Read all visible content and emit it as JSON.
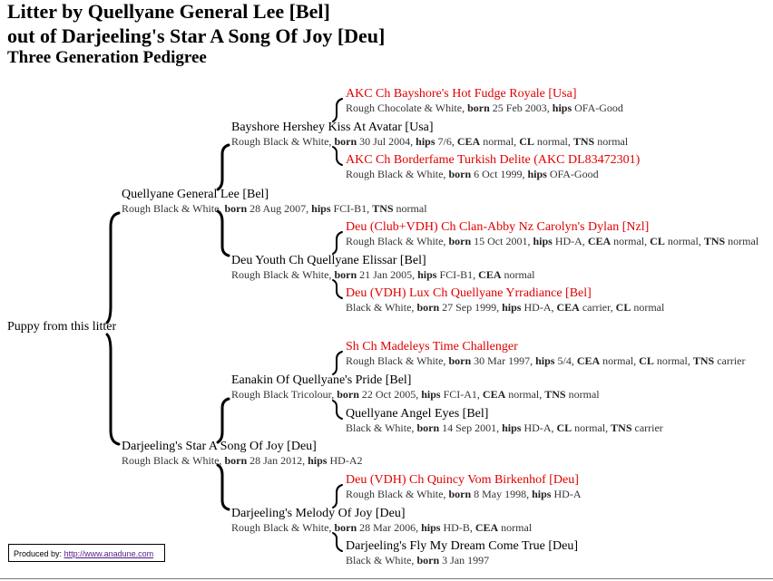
{
  "header": {
    "title_line1": "Litter by Quellyane General Lee [Bel]",
    "title_line2": "out of Darjeeling's Star A Song Of Joy [Deu]",
    "subtitle": "Three Generation Pedigree"
  },
  "puppy": "Puppy from this litter",
  "dogs": [
    {
      "name": "AKC Ch Bayshore's Hot Fudge Royale [Usa]",
      "red": true,
      "details": [
        [
          "",
          "Rough Chocolate & White, "
        ],
        [
          "born",
          " 25 Feb 2003, "
        ],
        [
          "hips",
          " OFA-Good"
        ]
      ]
    },
    {
      "name": "Bayshore Hershey Kiss At Avatar [Usa]",
      "red": false,
      "details": [
        [
          "",
          "Rough Black & White, "
        ],
        [
          "born",
          " 30 Jul 2004, "
        ],
        [
          "hips",
          " 7/6, "
        ],
        [
          "CEA",
          " normal, "
        ],
        [
          "CL",
          " normal, "
        ],
        [
          "TNS",
          " normal"
        ]
      ]
    },
    {
      "name": "AKC Ch Borderfame Turkish Delite (AKC DL83472301)",
      "red": true,
      "details": [
        [
          "",
          "Rough Black & White, "
        ],
        [
          "born",
          " 6 Oct 1999, "
        ],
        [
          "hips",
          " OFA-Good"
        ]
      ]
    },
    {
      "name": "Quellyane General Lee [Bel]",
      "red": false,
      "details": [
        [
          "",
          "Rough Black & White, "
        ],
        [
          "born",
          " 28 Aug 2007, "
        ],
        [
          "hips",
          " FCI-B1, "
        ],
        [
          "TNS",
          " normal"
        ]
      ]
    },
    {
      "name": "Deu (Club+VDH) Ch Clan-Abby Nz Carolyn's Dylan [Nzl]",
      "red": true,
      "details": [
        [
          "",
          "Rough Black & White, "
        ],
        [
          "born",
          " 15 Oct 2001, "
        ],
        [
          "hips",
          " HD-A, "
        ],
        [
          "CEA",
          " normal, "
        ],
        [
          "CL",
          " normal, "
        ],
        [
          "TNS",
          " normal"
        ]
      ]
    },
    {
      "name": "Deu Youth Ch Quellyane Elissar [Bel]",
      "red": false,
      "details": [
        [
          "",
          "Rough Black & White, "
        ],
        [
          "born",
          " 21 Jan 2005, "
        ],
        [
          "hips",
          " FCI-B1, "
        ],
        [
          "CEA",
          " normal"
        ]
      ]
    },
    {
      "name": "Deu (VDH) Lux Ch Quellyane Yrradiance [Bel]",
      "red": true,
      "details": [
        [
          "",
          "Black & White, "
        ],
        [
          "born",
          " 27 Sep 1999, "
        ],
        [
          "hips",
          " HD-A, "
        ],
        [
          "CEA",
          " carrier, "
        ],
        [
          "CL",
          " normal"
        ]
      ]
    },
    {
      "name": "Sh Ch Madeleys Time Challenger",
      "red": true,
      "details": [
        [
          "",
          "Rough Black & White, "
        ],
        [
          "born",
          " 30 Mar 1997, "
        ],
        [
          "hips",
          " 5/4, "
        ],
        [
          "CEA",
          " normal, "
        ],
        [
          "CL",
          " normal, "
        ],
        [
          "TNS",
          " carrier"
        ]
      ]
    },
    {
      "name": "Eanakin Of Quellyane's Pride [Bel]",
      "red": false,
      "details": [
        [
          "",
          "Rough Black Tricolour, "
        ],
        [
          "born",
          " 22 Oct 2005, "
        ],
        [
          "hips",
          " FCI-A1, "
        ],
        [
          "CEA",
          " normal, "
        ],
        [
          "TNS",
          " normal"
        ]
      ]
    },
    {
      "name": "Quellyane Angel Eyes [Bel]",
      "red": false,
      "details": [
        [
          "",
          "Black & White, "
        ],
        [
          "born",
          " 14 Sep 2001, "
        ],
        [
          "hips",
          " HD-A, "
        ],
        [
          "CL",
          " normal, "
        ],
        [
          "TNS",
          " carrier"
        ]
      ]
    },
    {
      "name": "Darjeeling's Star A Song Of Joy [Deu]",
      "red": false,
      "details": [
        [
          "",
          "Rough Black & White, "
        ],
        [
          "born",
          " 28 Jan 2012, "
        ],
        [
          "hips",
          " HD-A2"
        ]
      ]
    },
    {
      "name": "Deu (VDH) Ch Quincy Vom Birkenhof [Deu]",
      "red": true,
      "details": [
        [
          "",
          "Rough Black & White, "
        ],
        [
          "born",
          " 8 May 1998, "
        ],
        [
          "hips",
          " HD-A"
        ]
      ]
    },
    {
      "name": "Darjeeling's Melody Of Joy [Deu]",
      "red": false,
      "details": [
        [
          "",
          "Rough Black & White, "
        ],
        [
          "born",
          " 28 Mar 2006, "
        ],
        [
          "hips",
          " HD-B, "
        ],
        [
          "CEA",
          " normal"
        ]
      ]
    },
    {
      "name": "Darjeeling's Fly My Dream Come True [Deu]",
      "red": false,
      "details": [
        [
          "",
          "Black & White, "
        ],
        [
          "born",
          " 3 Jan 1997"
        ]
      ]
    }
  ],
  "footer": {
    "label": "Produced by:",
    "link_text": "http://www.anadune.com"
  },
  "colors": {
    "champion_red": "#e00000",
    "link": "#551a8b"
  }
}
